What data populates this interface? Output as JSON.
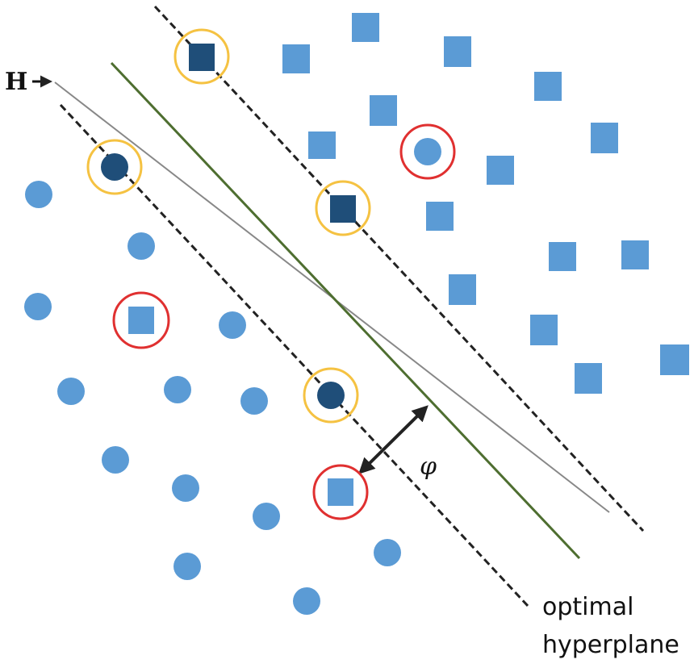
{
  "labels": {
    "h": "H",
    "phi": "φ",
    "optimal_line1": "optimal",
    "optimal_line2": "hyperplane"
  },
  "colors": {
    "background": "#ffffff",
    "point": "#5b9bd5",
    "support_vector": "#1f4e79",
    "support_ring": "#f5c242",
    "misclassified_ring": "#e03030",
    "optimal_line": "#4e6e30",
    "alt_hyperplane": "#888888",
    "margin_line": "#222222",
    "arrow": "#222222"
  }
}
